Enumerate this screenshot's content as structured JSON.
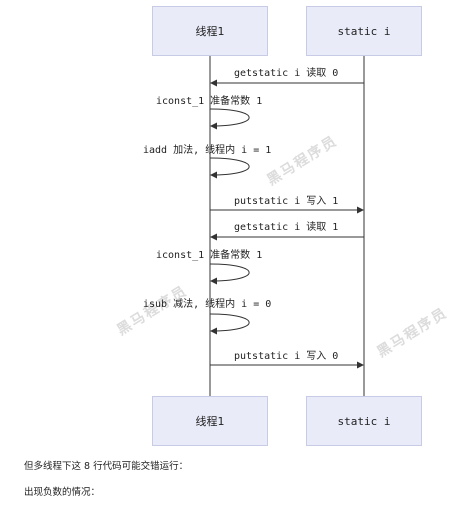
{
  "participants": {
    "thread": "线程1",
    "static_var": "static i"
  },
  "messages": [
    {
      "text": "getstatic i 读取 0",
      "direction": "left"
    },
    {
      "text": "iconst_1 准备常数 1",
      "direction": "self"
    },
    {
      "text": "iadd 加法, 线程内 i = 1",
      "direction": "self"
    },
    {
      "text": "putstatic i 写入 1",
      "direction": "right"
    },
    {
      "text": "getstatic i 读取 1",
      "direction": "left"
    },
    {
      "text": "iconst_1 准备常数 1",
      "direction": "self"
    },
    {
      "text": "isub 减法, 线程内 i = 0",
      "direction": "self"
    },
    {
      "text": "putstatic i 写入 0",
      "direction": "right"
    }
  ],
  "notes": [
    "但多线程下这 8 行代码可能交错运行：",
    "出现负数的情况："
  ],
  "watermark": "黑马程序员",
  "colors": {
    "box_fill": "#e9ebf9",
    "box_border": "#c7cbe6",
    "line": "#333333"
  }
}
